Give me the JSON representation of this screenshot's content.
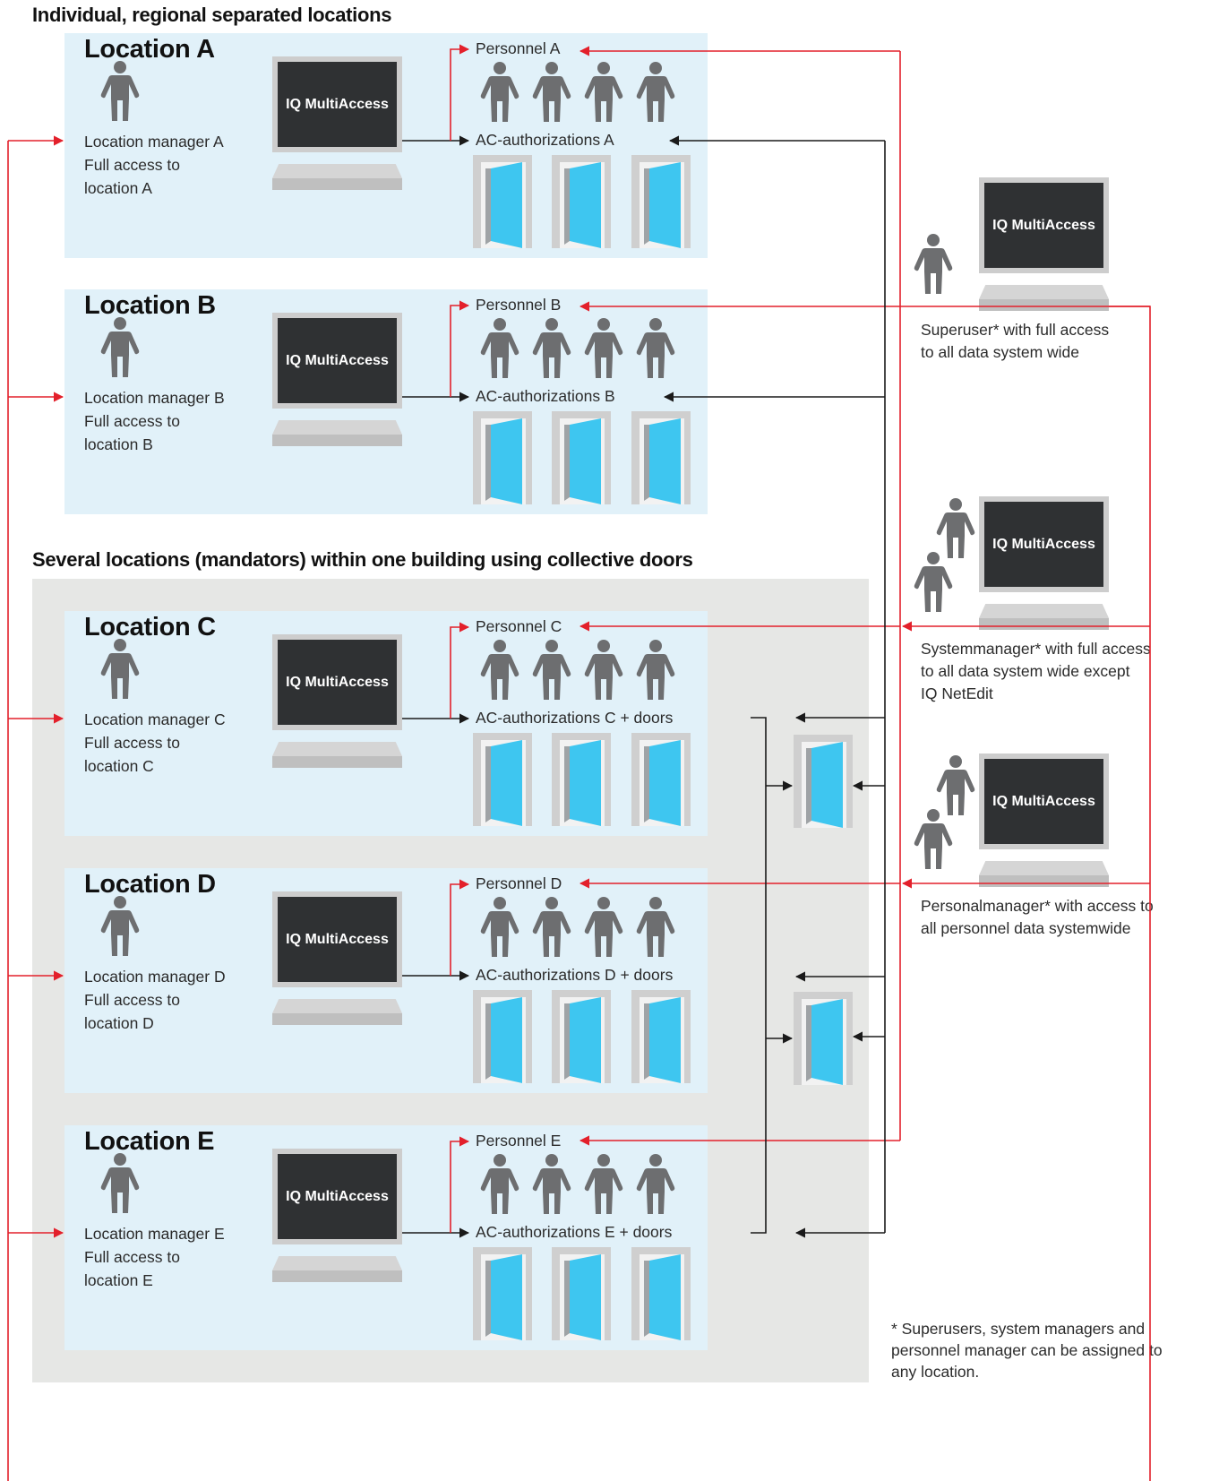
{
  "titles": {
    "separated": "Individual, regional separated locations",
    "collective": "Several locations (mandators) within one building using collective doors"
  },
  "monitor_label": "IQ MultiAccess",
  "locations": [
    {
      "title": "Location A",
      "manager": "Location manager A",
      "access1": "Full access to",
      "access2": "location A",
      "personnel": "Personnel A",
      "ac": "AC-authorizations A"
    },
    {
      "title": "Location B",
      "manager": "Location manager B",
      "access1": "Full access to",
      "access2": "location B",
      "personnel": "Personnel B",
      "ac": "AC-authorizations B"
    },
    {
      "title": "Location C",
      "manager": "Location manager C",
      "access1": "Full access to",
      "access2": "location C",
      "personnel": "Personnel C",
      "ac": "AC-authorizations C + doors"
    },
    {
      "title": "Location D",
      "manager": "Location manager D",
      "access1": "Full access to",
      "access2": "location D",
      "personnel": "Personnel D",
      "ac": "AC-authorizations D + doors"
    },
    {
      "title": "Location E",
      "manager": "Location manager E",
      "access1": "Full access to",
      "access2": "location E",
      "personnel": "Personnel E",
      "ac": "AC-authorizations E + doors"
    }
  ],
  "roles": [
    {
      "lines": [
        "Superuser* with full access",
        "to all data system wide"
      ]
    },
    {
      "lines": [
        "Systemmanager* with full access",
        "to all data system wide except",
        "IQ NetEdit"
      ]
    },
    {
      "lines": [
        "Personalmanager* with access to",
        "all personnel data systemwide"
      ]
    }
  ],
  "footnote": [
    "* Superusers, system managers and",
    "personnel manager can be assigned to",
    "any location."
  ],
  "colors": {
    "location_box": "#e1f1f9",
    "shared_area": "#e6e7e5",
    "door_leaf": "#3ec6f0",
    "person": "#6d6e70",
    "red_line": "#e3202b",
    "black_line": "#1a1a1a",
    "screen": "#2f3133"
  },
  "icons": [
    "person-icon",
    "computer-icon",
    "door-icon",
    "arrow-icon"
  ]
}
